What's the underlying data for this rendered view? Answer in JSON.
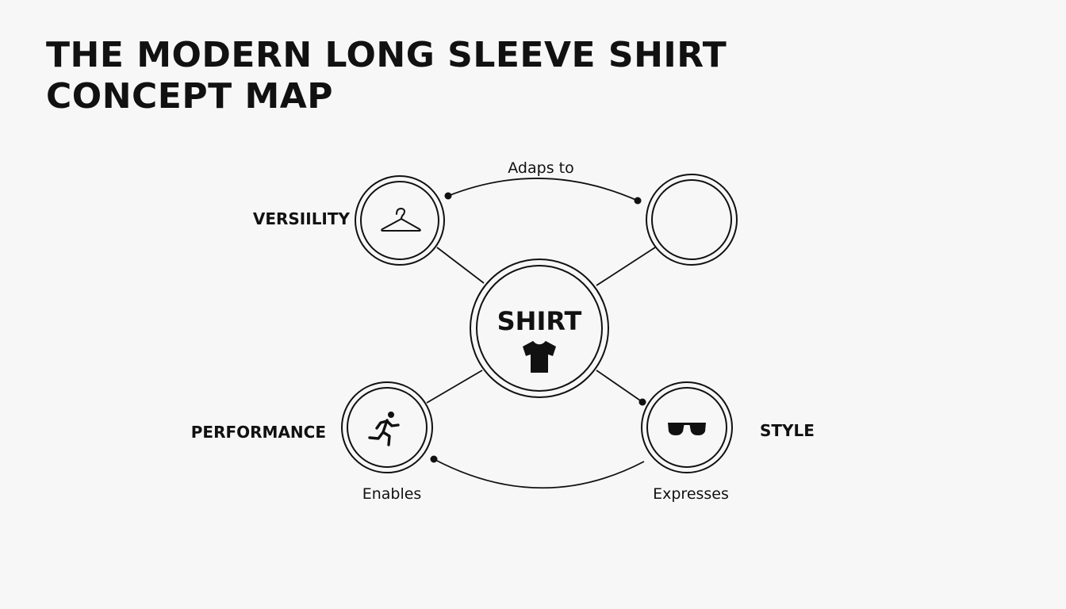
{
  "title": {
    "line1": "THE MODERN LONG SLEEVE SHIRT",
    "line2": "CONCEPT MAP"
  },
  "nodes": {
    "center": {
      "label": "SHIRT",
      "icon": "tshirt-icon"
    },
    "versatility": {
      "label": "VERSIILITY",
      "icon": "hanger-icon"
    },
    "top_right": {
      "label": "",
      "icon": ""
    },
    "performance": {
      "label": "PERFORMANCE",
      "icon": "runner-icon"
    },
    "style": {
      "label": "STYLE",
      "icon": "sunglasses-icon"
    }
  },
  "edges": {
    "top": "Adaps to",
    "bottom_left": "Enables",
    "bottom_right": "Expresses"
  },
  "colors": {
    "ink": "#111111",
    "background": "#f7f7f7"
  }
}
